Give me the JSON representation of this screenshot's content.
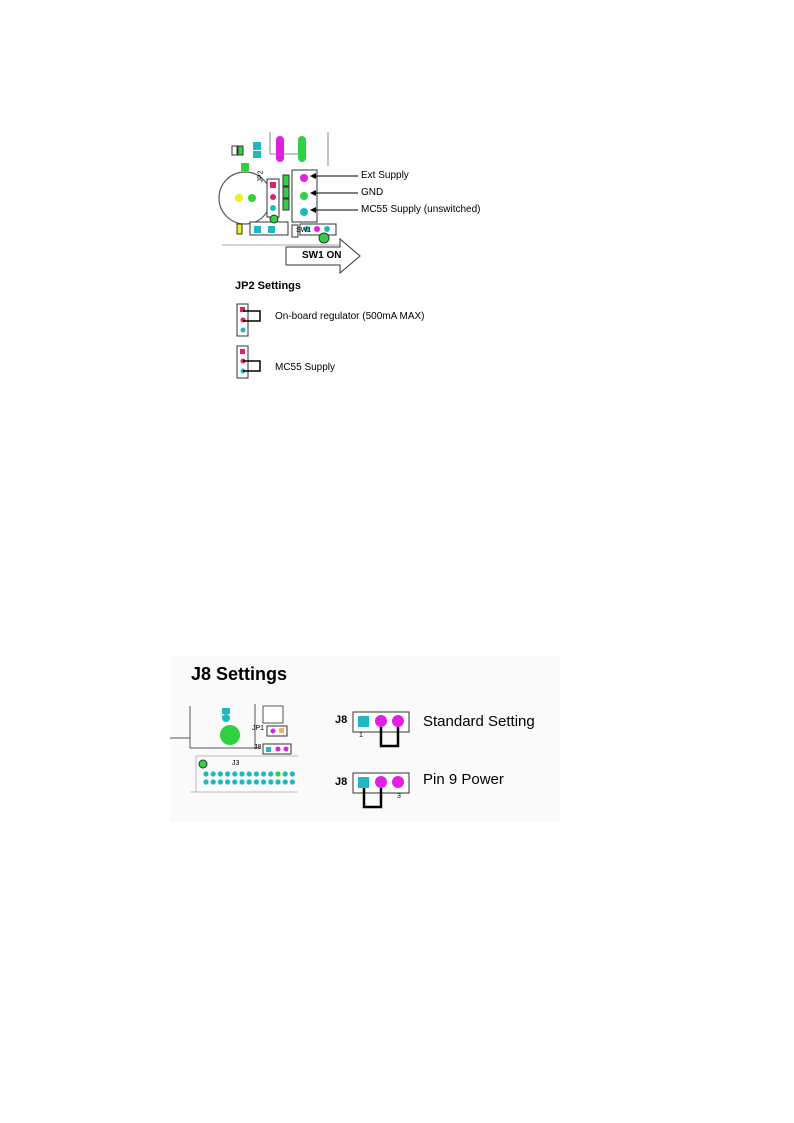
{
  "jp2_figure": {
    "callouts": [
      "Ext Supply",
      "GND",
      "MC55 Supply (unswitched)"
    ],
    "arrow_label": "SW1 ON",
    "heading": "JP2 Settings",
    "options": [
      "On-board regulator (500mA MAX)",
      "MC55 Supply"
    ],
    "board_labels": {
      "jp2": "JP2",
      "sw1": "SW1"
    }
  },
  "j8_figure": {
    "heading": "J8 Settings",
    "options": [
      {
        "connector": "J8",
        "label": "Standard Setting",
        "pin_number": "1"
      },
      {
        "connector": "J8",
        "label": "Pin 9 Power",
        "pin_number": "3"
      }
    ],
    "board_labels": {
      "j3": "J3",
      "jp1": "JP1",
      "j8": "J8"
    }
  },
  "colors": {
    "magenta": "#e020e0",
    "cyan": "#20b8c0",
    "green": "#30d040",
    "pink": "#e0206a",
    "yellow": "#f0f020",
    "orange": "#f0b070"
  }
}
